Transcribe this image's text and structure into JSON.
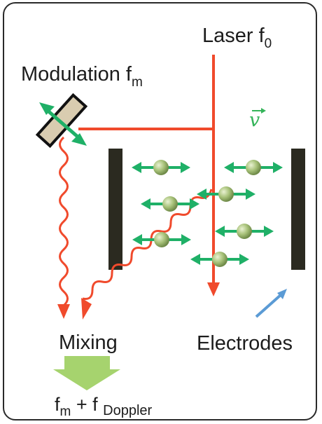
{
  "labels": {
    "laser_text": "Laser f",
    "laser_sub": "0",
    "modulation_text": "Modulation f",
    "modulation_sub": "m",
    "velocity_symbol": "v",
    "mixing": "Mixing",
    "electrodes": "Electrodes",
    "result_main": "f",
    "result_sub_m": "m",
    "result_plus": " + f ",
    "result_sub_doppler": "Doppler"
  },
  "colors": {
    "laser_beam": "#f04a2c",
    "electrode": "#2b2a20",
    "particle": "#a8c27a",
    "double_arrow": "#1fb067",
    "modulator_body": "#d9ccb0",
    "mixing_arrow": "#a6d36e",
    "electrode_pointer": "#5b9bd5",
    "velocity_text": "#35b45a"
  }
}
